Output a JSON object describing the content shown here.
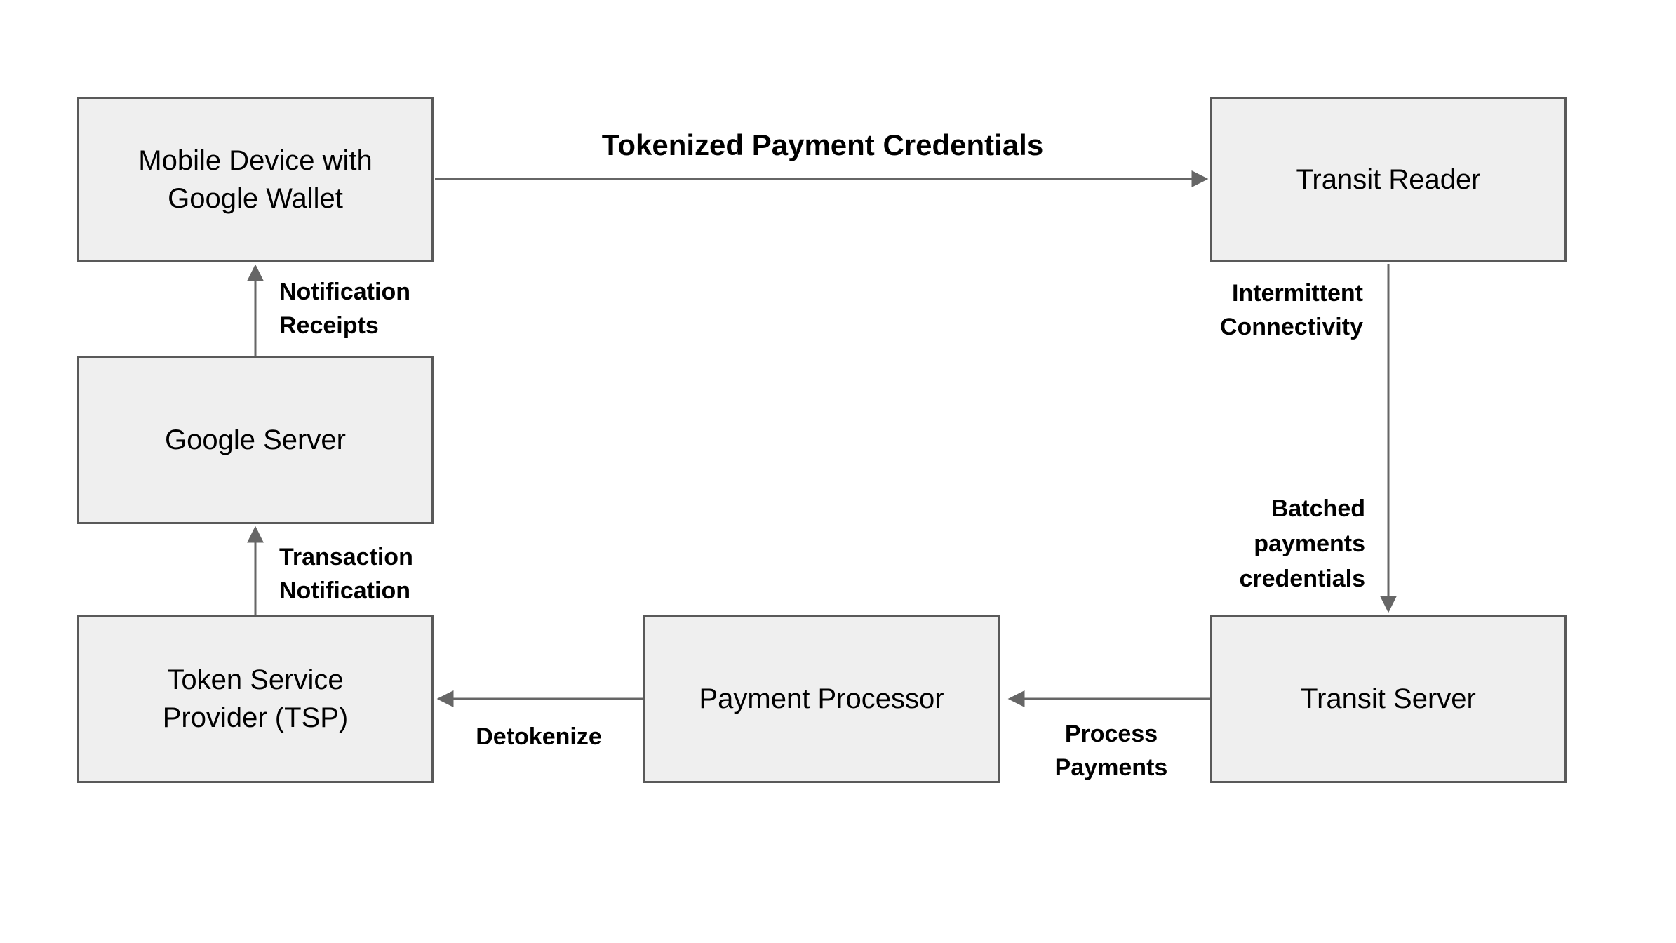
{
  "diagram": {
    "background_color": "#ffffff",
    "node_fill_color": "#efefef",
    "node_border_color": "#595959",
    "arrow_color": "#666666",
    "text_color": "#000000",
    "nodes": [
      {
        "id": "mobile-device",
        "label": "Mobile Device with\nGoogle Wallet"
      },
      {
        "id": "transit-reader",
        "label": "Transit Reader"
      },
      {
        "id": "google-server",
        "label": "Google Server"
      },
      {
        "id": "token-service-provider",
        "label": "Token Service\nProvider (TSP)"
      },
      {
        "id": "payment-processor",
        "label": "Payment Processor"
      },
      {
        "id": "transit-server",
        "label": "Transit Server"
      }
    ],
    "edges": [
      {
        "id": "tokenized-payment-credentials",
        "from": "mobile-device",
        "to": "transit-reader",
        "direction": "right",
        "label": "Tokenized Payment Credentials"
      },
      {
        "id": "reader-to-transit-server",
        "from": "transit-reader",
        "to": "transit-server",
        "direction": "down",
        "labels": [
          "Intermittent\nConnectivity",
          "Batched\npayments\ncredentials"
        ]
      },
      {
        "id": "process-payments",
        "from": "transit-server",
        "to": "payment-processor",
        "direction": "left",
        "label": "Process\nPayments"
      },
      {
        "id": "detokenize",
        "from": "payment-processor",
        "to": "token-service-provider",
        "direction": "left",
        "label": "Detokenize"
      },
      {
        "id": "transaction-notification",
        "from": "token-service-provider",
        "to": "google-server",
        "direction": "up",
        "label": "Transaction\nNotification"
      },
      {
        "id": "notification-receipts",
        "from": "google-server",
        "to": "mobile-device",
        "direction": "up",
        "label": "Notification\nReceipts"
      }
    ]
  }
}
